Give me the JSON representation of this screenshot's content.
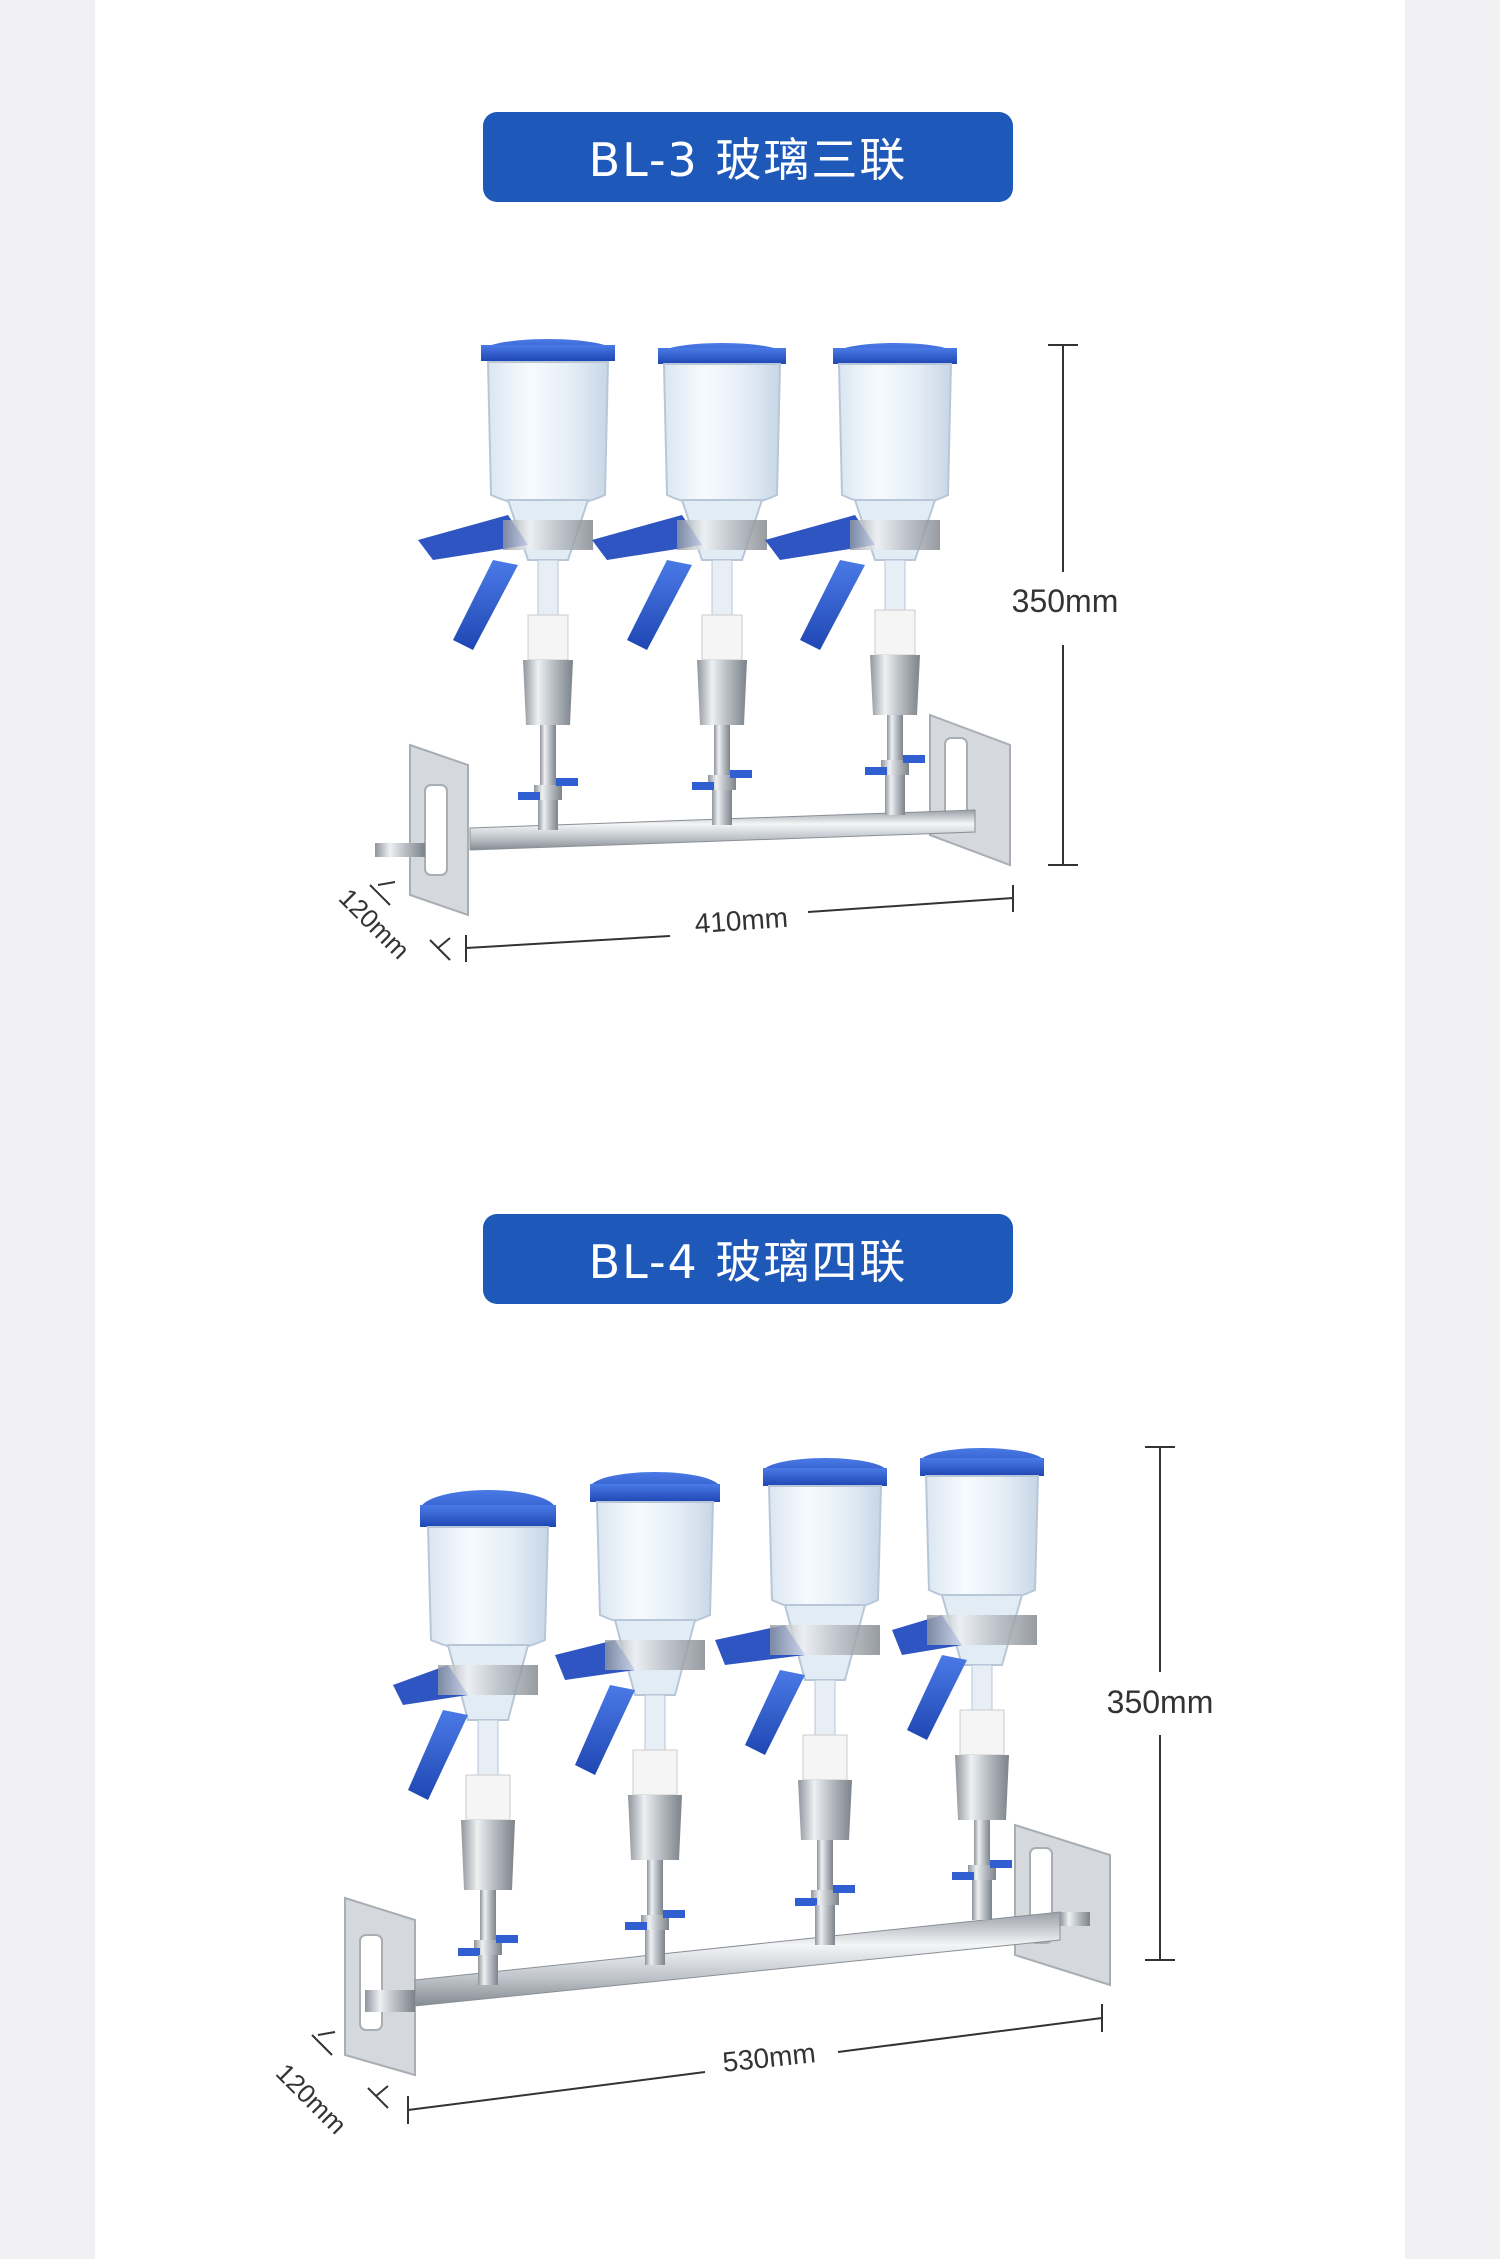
{
  "products": [
    {
      "title": "BL-3 玻璃三联",
      "height_label": "350mm",
      "width_label": "410mm",
      "depth_label": "120mm",
      "funnel_count": 3
    },
    {
      "title": "BL-4 玻璃四联",
      "height_label": "350mm",
      "width_label": "530mm",
      "depth_label": "120mm",
      "funnel_count": 4
    }
  ],
  "colors": {
    "badge_bg": "#1e58b8",
    "lid_blue": "#2f5fd0",
    "handle_blue": "#2346a8",
    "steel": "#c9cdd3",
    "glass": "#e9f1f8"
  }
}
